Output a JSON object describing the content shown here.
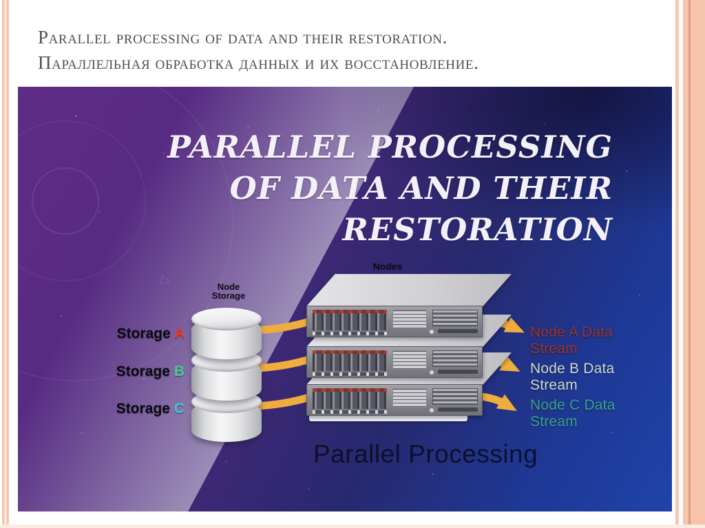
{
  "page": {
    "background": "#ffffff",
    "accent_stripe_color": "#f6c3ab"
  },
  "slide_title": {
    "line1": "Parallel processing of data and their restoration.",
    "line2": "Параллельная обработка данных и их восстановление."
  },
  "figure": {
    "heading": {
      "line1": "PARALLEL PROCESSING",
      "line2": "OF DATA AND THEIR",
      "line3": "RESTORATION"
    },
    "node_storage": {
      "line1": "Node",
      "line2": "Storage"
    },
    "nodes_label": "Nodes",
    "storage_rows": [
      {
        "label": "Storage",
        "letter": "A",
        "color": "#e63a2b"
      },
      {
        "label": "Storage",
        "letter": "B",
        "color": "#47d18f"
      },
      {
        "label": "Storage",
        "letter": "C",
        "color": "#3fc9d0"
      }
    ],
    "stream_rows": [
      {
        "label": "Node A Data Stream",
        "color": "#9d352b"
      },
      {
        "label": "Node B Data Stream",
        "color": "#cdddce"
      },
      {
        "label": "Node C Data Stream",
        "color": "#3aa38a"
      }
    ],
    "caption": "Parallel Processing",
    "colors": {
      "arrow": "#efad3e",
      "background_purple": "#5f2c86",
      "background_blue": "#1f43ab",
      "heading_text": "#f4f0fa"
    }
  }
}
